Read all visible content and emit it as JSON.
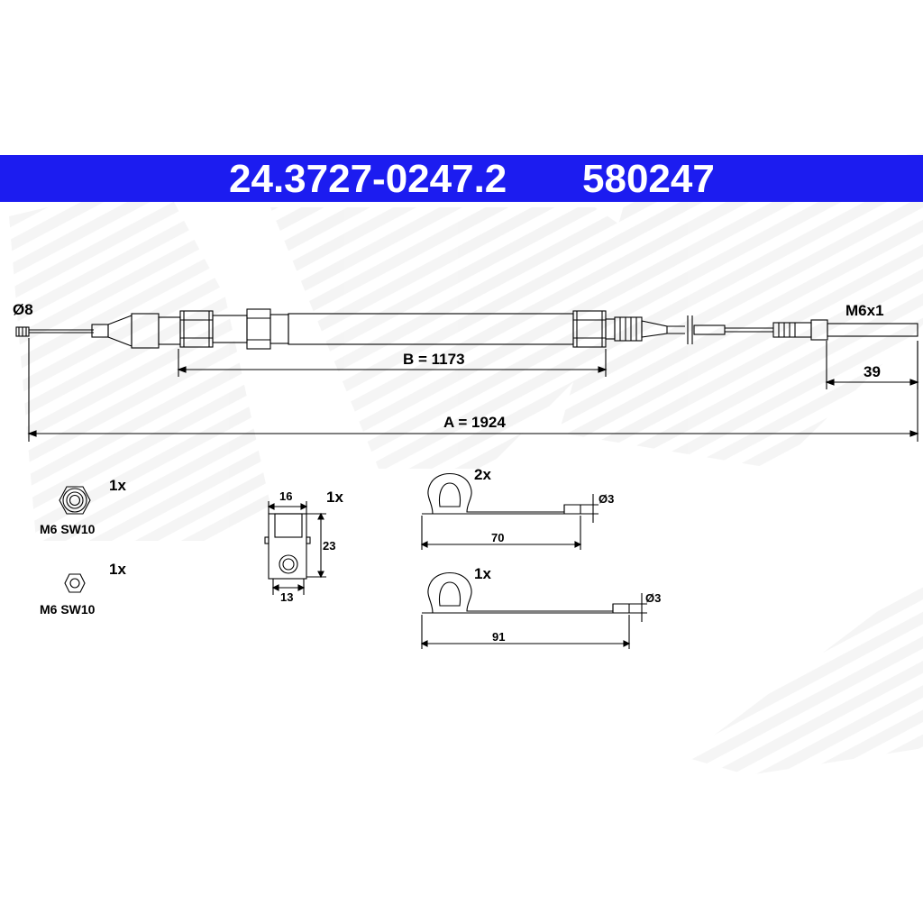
{
  "header": {
    "part_number": "24.3727-0247.2",
    "article_number": "580247",
    "bar_color": "#1c1cf0"
  },
  "cable": {
    "end_diameter_label": "Ø8",
    "thread_label": "M6x1",
    "dim_b": "B = 1173",
    "dim_a": "A = 1924",
    "dim_thread_length": "39"
  },
  "accessories": {
    "nut_1": {
      "qty": "1x",
      "label": "M6 SW10"
    },
    "nut_2": {
      "qty": "1x",
      "label": "M6 SW10"
    },
    "bracket": {
      "qty": "1x",
      "width_top": "16",
      "height": "23",
      "width_bottom": "13"
    },
    "spring_clip_1": {
      "qty": "2x",
      "diameter": "Ø3",
      "length": "70"
    },
    "spring_clip_2": {
      "qty": "1x",
      "diameter": "Ø3",
      "length": "91"
    }
  }
}
